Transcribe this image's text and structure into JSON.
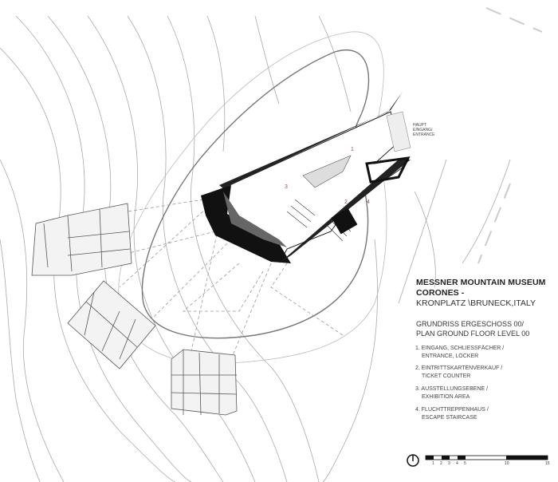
{
  "title": {
    "line1": "MESSNER MOUNTAIN MUSEUM",
    "line2": "CORONES -",
    "line3": "KRONPLATZ \\BRUNECK,ITALY"
  },
  "plan_title": {
    "line1": "GRUNDRISS ERGESCHOSS 00/",
    "line2": "PLAN GROUND FLOOR LEVEL 00"
  },
  "legend": [
    {
      "de": "1. EINGANG, SCHLIESSFÄCHER /",
      "en": "ENTRANCE, LOCKER"
    },
    {
      "de": "2. EINTRITTSKARTENVERKAUF /",
      "en": "TICKET COUNTER"
    },
    {
      "de": "3. AUSSTELLUNGSEBENE /",
      "en": "EXHIBITION AREA"
    },
    {
      "de": "4. FLUCHTTREPPENHAUS /",
      "en": "ESCAPE STAIRCASE"
    }
  ],
  "entrance_label": {
    "line1": "HAUPT",
    "line2": "EINGANG/",
    "line3": "ENTRANCE"
  },
  "room_numbers": [
    "1",
    "2",
    "3",
    "4"
  ],
  "scale_bar": [
    "1",
    "2",
    "3",
    "4",
    "5",
    "10",
    "15"
  ],
  "icons": {
    "north": "north-arrow-icon"
  }
}
